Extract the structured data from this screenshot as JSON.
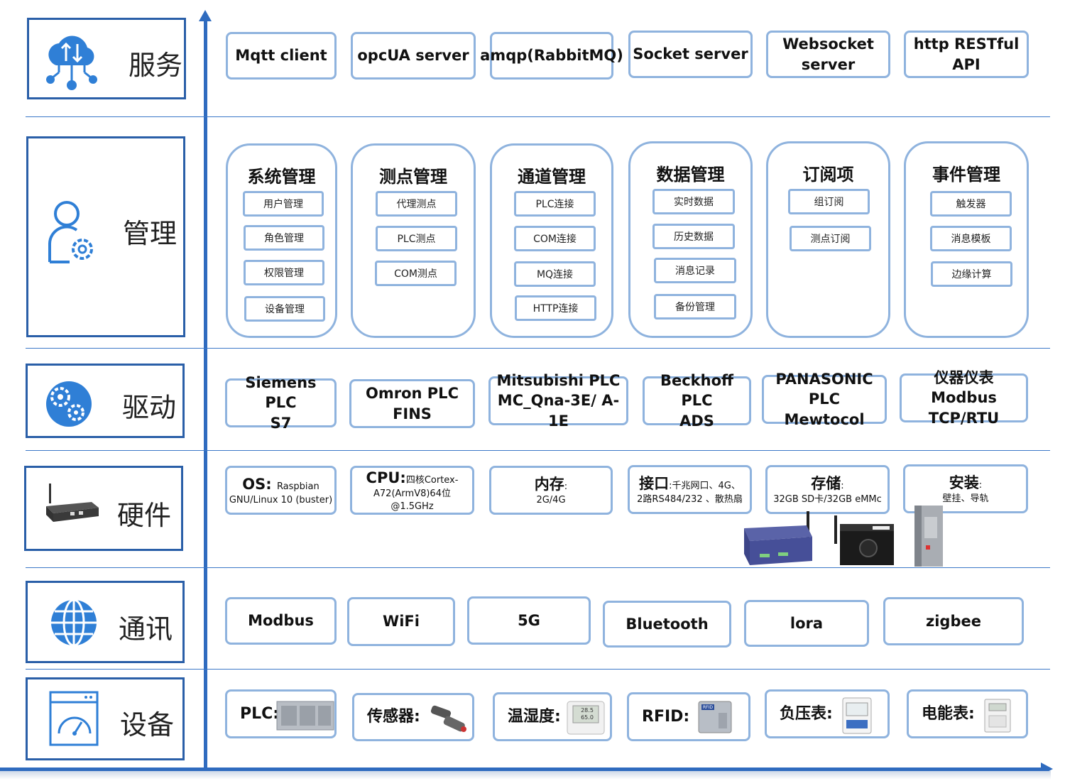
{
  "layers": {
    "service": "服务",
    "management": "管理",
    "driver": "驱动",
    "hardware": "硬件",
    "communication": "通讯",
    "device": "设备"
  },
  "services": [
    "Mqtt client",
    "opcUA server",
    "amqp(RabbitMQ)",
    "Socket server",
    "Websocket server",
    "http RESTful API"
  ],
  "management": [
    {
      "title": "系统管理",
      "items": [
        "用户管理",
        "角色管理",
        "权限管理",
        "设备管理"
      ]
    },
    {
      "title": "测点管理",
      "items": [
        "代理测点",
        "PLC测点",
        "COM测点"
      ]
    },
    {
      "title": "通道管理",
      "items": [
        "PLC连接",
        "COM连接",
        "MQ连接",
        "HTTP连接"
      ]
    },
    {
      "title": "数据管理",
      "items": [
        "实时数据",
        "历史数据",
        "消息记录",
        "备份管理"
      ]
    },
    {
      "title": "订阅项",
      "items": [
        "组订阅",
        "测点订阅"
      ]
    },
    {
      "title": "事件管理",
      "items": [
        "触发器",
        "消息模板",
        "边缘计算"
      ]
    }
  ],
  "drivers": [
    {
      "line1": "Siemens PLC",
      "line2": "S7"
    },
    {
      "line1": "Omron PLC",
      "line2": "FINS"
    },
    {
      "line1": "Mitsubishi PLC",
      "line2": "MC_Qna-3E/ A-1E"
    },
    {
      "line1": "Beckhoff PLC",
      "line2": "ADS"
    },
    {
      "line1": "PANASONIC PLC",
      "line2": "Mewtocol"
    },
    {
      "line1": "仪器仪表",
      "line2": "Modbus TCP/RTU"
    }
  ],
  "hardware": [
    {
      "title": "OS",
      "sep": ":",
      "inline": "Raspbian",
      "line2": "GNU/Linux 10 (buster)"
    },
    {
      "title": "CPU",
      "sep": ":",
      "inline": "四核Cortex-",
      "line2": "A72(ArmV8)64位@1.5GHz"
    },
    {
      "title": "内存",
      "sep": ":",
      "inline": "",
      "line2": "2G/4G"
    },
    {
      "title": "接口",
      "sep": ":",
      "inline": "千兆网口、4G、",
      "line2": "2路RS484/232 、散热扇"
    },
    {
      "title": "存储",
      "sep": ":",
      "inline": "",
      "line2": "32GB SD卡/32GB eMMc"
    },
    {
      "title": "安装",
      "sep": ":",
      "inline": "",
      "line2": "壁挂、导轨"
    }
  ],
  "communication": [
    "Modbus",
    "WiFi",
    "5G",
    "Bluetooth",
    "lora",
    "zigbee"
  ],
  "devices": [
    "PLC:",
    "传感器:",
    "温湿度:",
    "RFID:",
    "负压表:",
    "电能表:"
  ],
  "device_screens": {
    "thermo_top": "28.5",
    "thermo_bottom": "65.0",
    "rfid": "RFID"
  },
  "colors": {
    "axis": "#2f6bbf",
    "layer_border": "#2a5fa8",
    "box_border": "#8fb3de",
    "icon": "#2f7fd6"
  }
}
